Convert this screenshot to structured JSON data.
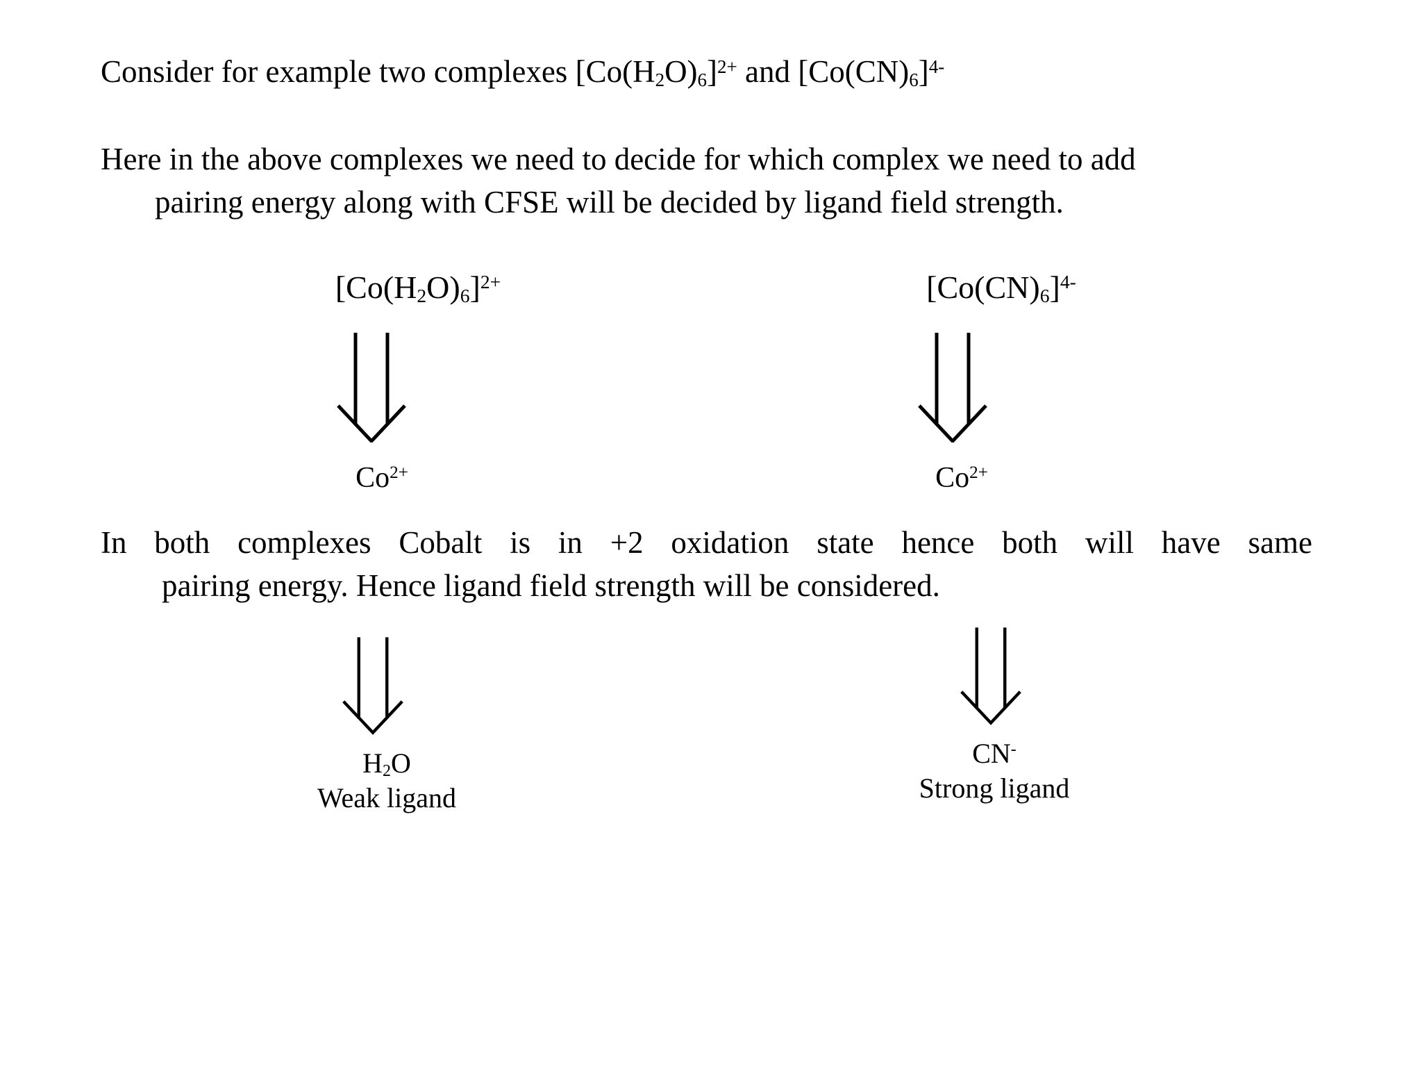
{
  "colors": {
    "background": "#ffffff",
    "text": "#000000",
    "arrow_stroke": "#000000"
  },
  "icons": {
    "down_arrow": "double-shaft-down-arrow"
  },
  "intro": {
    "prefix": "Consider for example two complexes ",
    "connector": " and "
  },
  "paragraph2": {
    "line1": "Here in the above complexes we need to decide for which complex we need to add",
    "line2": "pairing energy along with CFSE will be decided by ligand field strength."
  },
  "paragraph3": {
    "line1": "In both complexes Cobalt is in +2 oxidation state hence both will have same",
    "line2": "pairing energy. Hence ligand field strength will be considered."
  },
  "formulas": {
    "h2o_complex": {
      "p1": "[Co(H",
      "sub1": "2",
      "p2": "O)",
      "sub2": "6",
      "p3": "]",
      "charge": "2+"
    },
    "cn_complex": {
      "p1": "[Co(CN)",
      "sub1": "6",
      "p2": "]",
      "charge": "4-"
    },
    "cobalt_ion": {
      "p1": "Co",
      "charge": "2+"
    },
    "water": {
      "p1": "H",
      "sub1": "2",
      "p2": "O"
    },
    "cyanide": {
      "p1": "CN",
      "charge": "-"
    }
  },
  "labels": {
    "weak_ligand": "Weak ligand",
    "strong_ligand": "Strong ligand"
  }
}
